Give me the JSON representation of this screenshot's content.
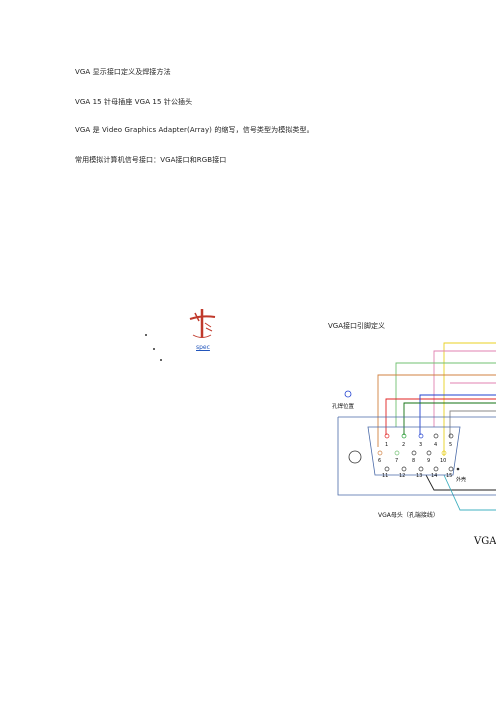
{
  "document": {
    "lines": [
      "VGA 显示接口定义及焊接方法",
      "VGA 15 针母插座 VGA 15 针公插头",
      "VGA 是 Video Graphics Adapter(Array) 的缩写，信号类型为模拟类型。",
      "常用模拟计算机信号接口：VGA接口和RGB接口"
    ],
    "spec_link": "spec",
    "figure_title": "VGA接口引脚定义",
    "big_label": "VGA接"
  },
  "diagram": {
    "solder_label": "孔焊位置",
    "shell_label": "外壳",
    "caption": "VGA母头（孔端接线）",
    "pins_row1": [
      "1",
      "2",
      "3",
      "4",
      "5"
    ],
    "pins_row2": [
      "6",
      "7",
      "8",
      "9",
      "10"
    ],
    "pins_row3": [
      "11",
      "12",
      "13",
      "14",
      "15"
    ],
    "wire_colors": {
      "red": "#e02020",
      "green": "#20a030",
      "blue": "#2040d0",
      "yellow": "#e8d020",
      "pink": "#e080b0",
      "lightgreen": "#70c070",
      "darkgreen": "#107010",
      "orange": "#d08040",
      "cyan": "#40b0c0",
      "black": "#222222"
    }
  }
}
